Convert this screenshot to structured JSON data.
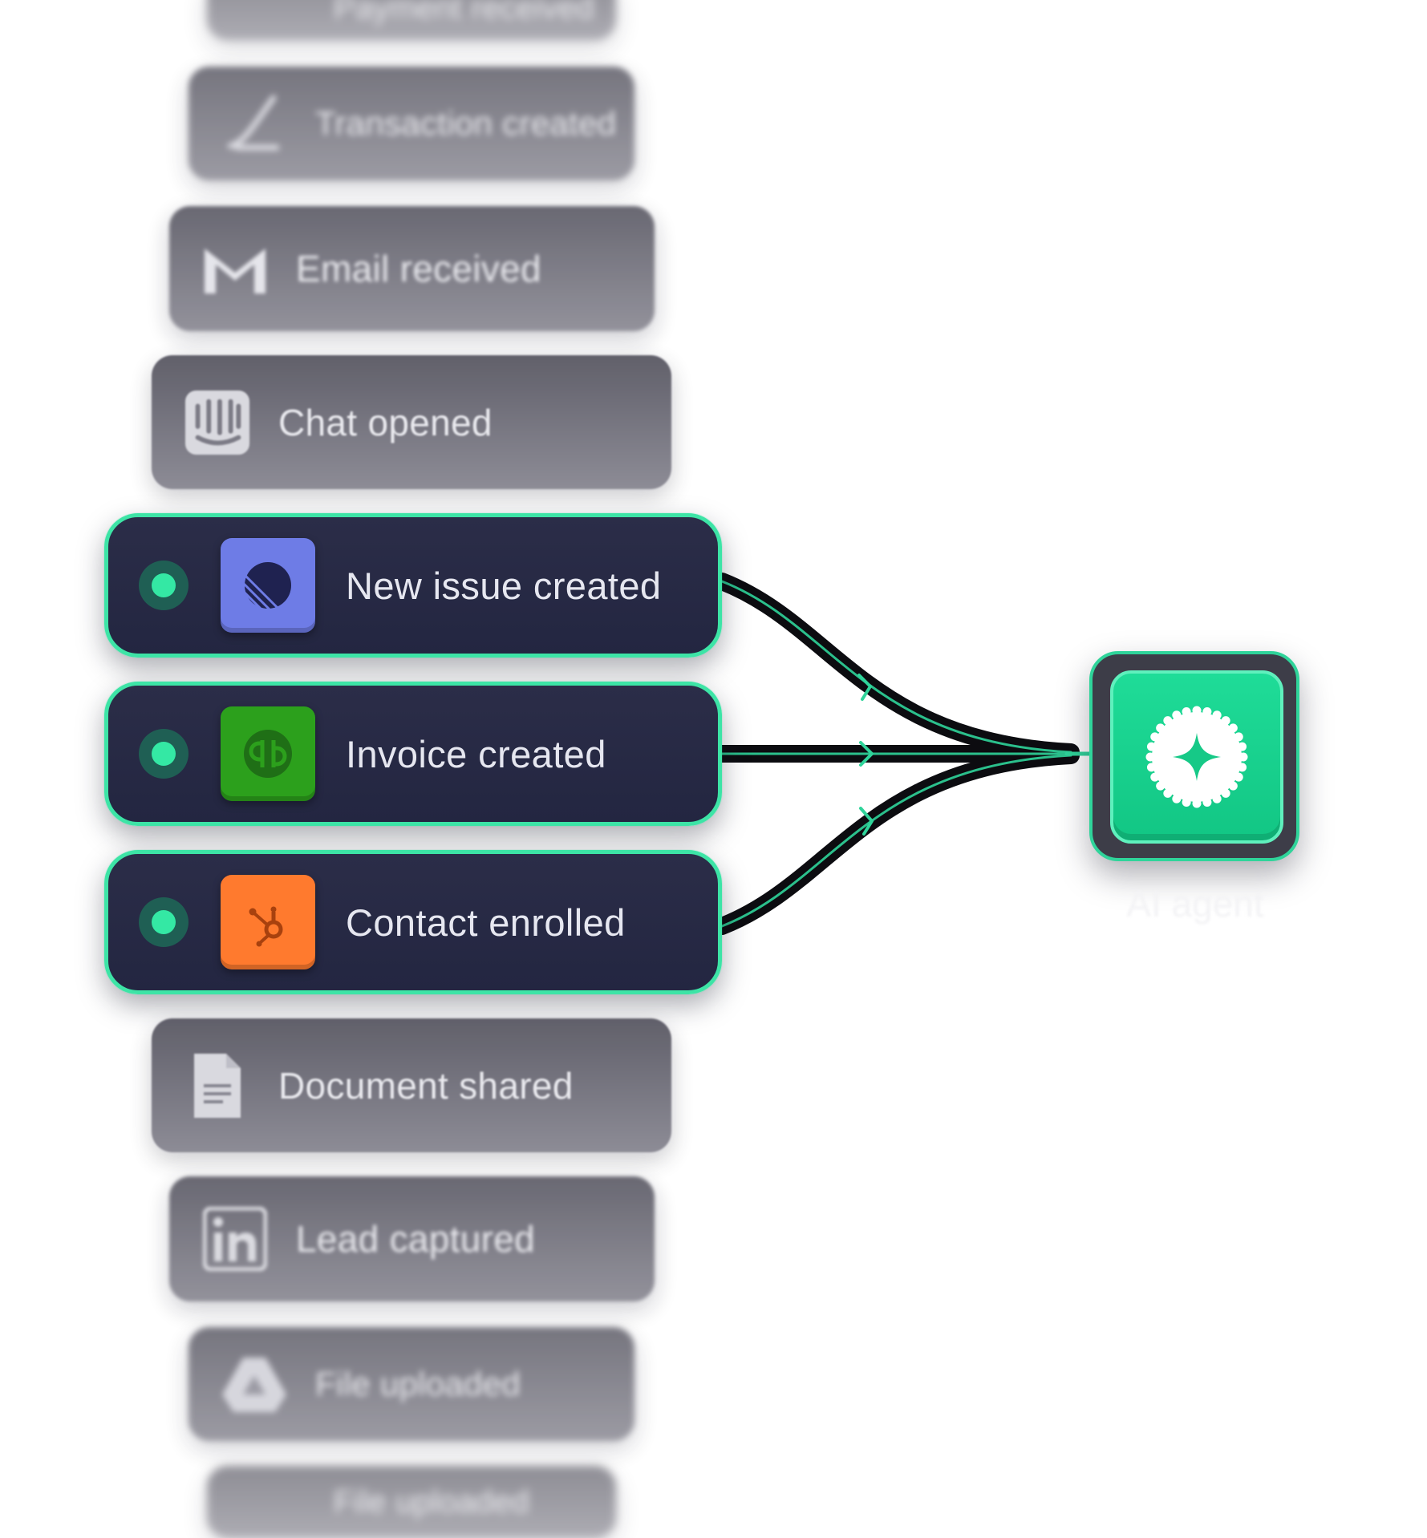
{
  "triggers_faded_top": [
    {
      "label": "Payment received",
      "icon": "pen-icon"
    },
    {
      "label": "Transaction created",
      "icon": "pen-icon"
    },
    {
      "label": "Email received",
      "icon": "gmail-icon"
    },
    {
      "label": "Chat opened",
      "icon": "intercom-icon"
    }
  ],
  "triggers_active": [
    {
      "label": "New issue created",
      "icon": "linear-icon",
      "color": "#6e7ce6"
    },
    {
      "label": "Invoice created",
      "icon": "quickbooks-icon",
      "color": "#2ca01c"
    },
    {
      "label": "Contact enrolled",
      "icon": "hubspot-icon",
      "color": "#ff7a2e"
    }
  ],
  "triggers_faded_bottom": [
    {
      "label": "Document shared",
      "icon": "document-icon"
    },
    {
      "label": "Lead captured",
      "icon": "linkedin-icon"
    },
    {
      "label": "File uploaded",
      "icon": "drive-icon"
    },
    {
      "label": "File uploaded",
      "icon": "drive-icon"
    }
  ],
  "agent": {
    "label": "AI agent",
    "icon": "sparkle-gear-icon"
  },
  "colors": {
    "accent": "#3de4a6",
    "card_dark": "#262944",
    "card_faded": "#75747e"
  }
}
